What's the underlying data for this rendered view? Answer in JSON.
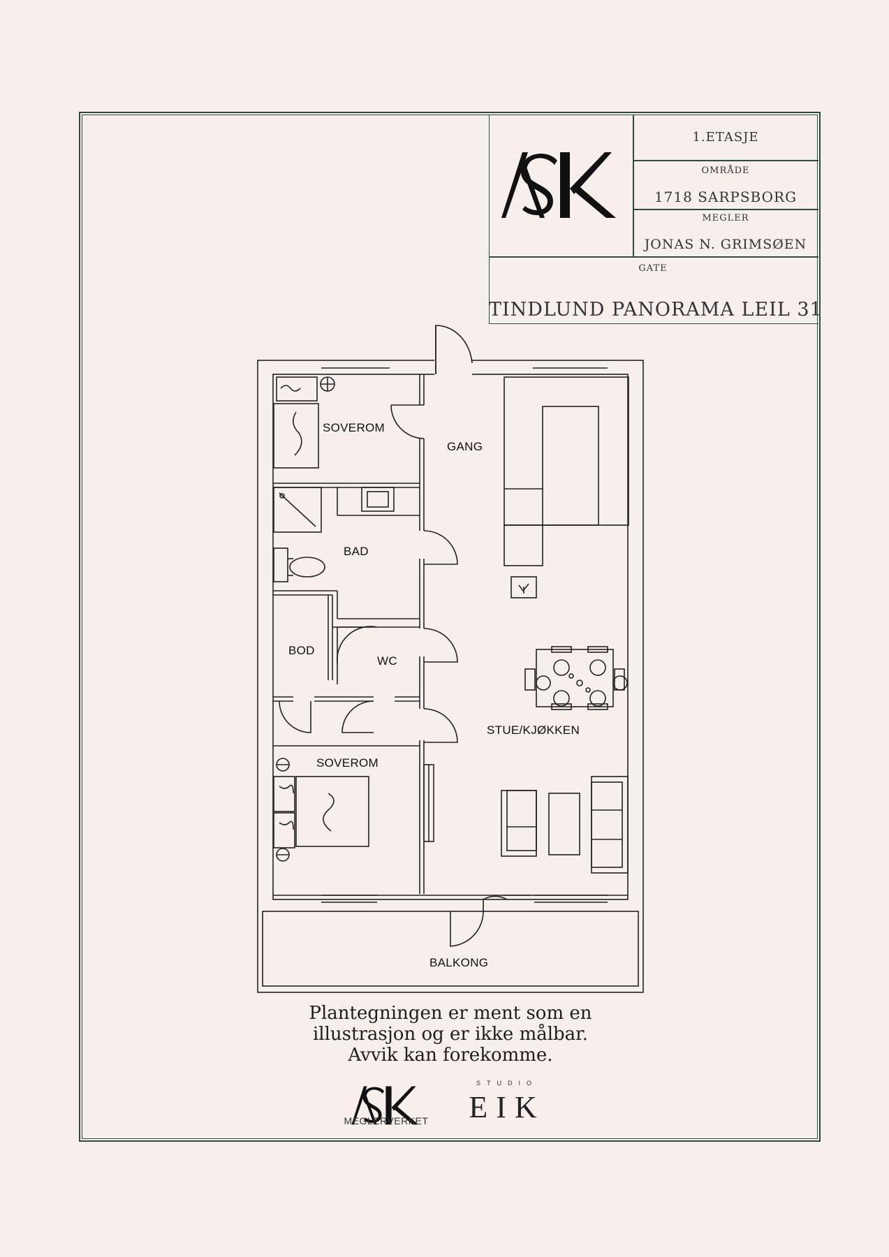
{
  "title_block": {
    "floor": "1.ETASJE",
    "area_label": "OMRÅDE",
    "area_value": "1718 SARPSBORG",
    "broker_label": "MEGLER",
    "broker_value": "JONAS N. GRIMSØEN",
    "street_label": "GATE",
    "street_value": "TINDLUND PANORAMA LEIL 31",
    "logo": "ASK"
  },
  "rooms": [
    {
      "id": "soverom-top",
      "label": "SOVEROM"
    },
    {
      "id": "gang",
      "label": "GANG"
    },
    {
      "id": "bad",
      "label": "BAD"
    },
    {
      "id": "bod",
      "label": "BOD"
    },
    {
      "id": "wc",
      "label": "WC"
    },
    {
      "id": "stue",
      "label": "STUE/KJØKKEN"
    },
    {
      "id": "soverom-bottom",
      "label": "SOVEROM"
    },
    {
      "id": "balkong",
      "label": "BALKONG"
    }
  ],
  "disclaimer": {
    "line1": "Plantegningen er ment som en",
    "line2": "illustrasjon og er ikke målbar.",
    "line3": "Avvik kan forekomme."
  },
  "footer": {
    "ask_logo": "ASK",
    "ask_sub": "MEGLERVERKET",
    "eik_small": "STUDIO",
    "eik_big": "EIK"
  },
  "colors": {
    "background": "#f6efeb",
    "frame": "#2f4a3a",
    "ink": "#1e1e1e"
  }
}
